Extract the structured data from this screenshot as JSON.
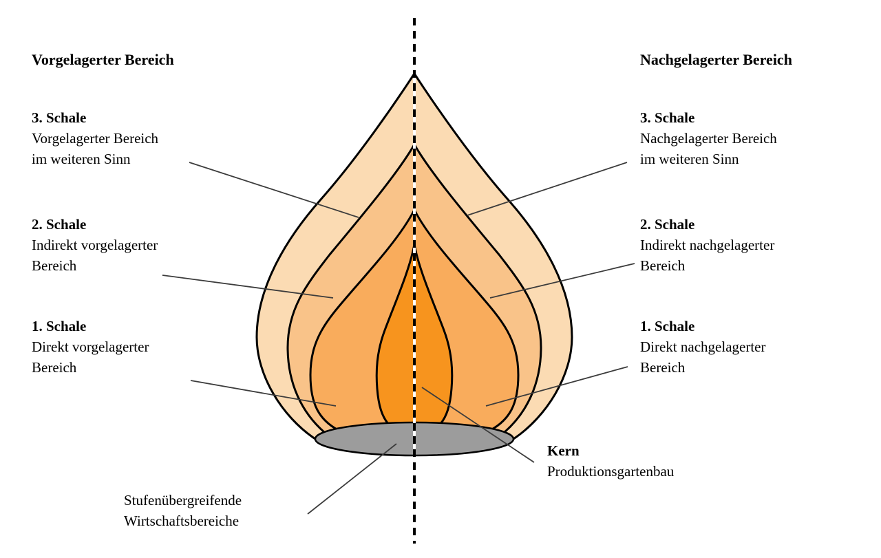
{
  "diagram": {
    "left": {
      "header": "Vorgelagerter Bereich",
      "labels": [
        {
          "title": "3. Schale",
          "line1": "Vorgelagerter Bereich",
          "line2": "im weiteren Sinn"
        },
        {
          "title": "2. Schale",
          "line1": "Indirekt vorgelagerter",
          "line2": "Bereich"
        },
        {
          "title": "1. Schale",
          "line1": "Direkt vorgelagerter",
          "line2": "Bereich"
        }
      ]
    },
    "right": {
      "header": "Nachgelagerter Bereich",
      "labels": [
        {
          "title": "3. Schale",
          "line1": "Nachgelagerter Bereich",
          "line2": "im weiteren Sinn"
        },
        {
          "title": "2. Schale",
          "line1": "Indirekt nachgelagerter",
          "line2": "Bereich"
        },
        {
          "title": "1. Schale",
          "line1": "Direkt nachgelagerter",
          "line2": "Bereich"
        }
      ]
    },
    "kern": {
      "title": "Kern",
      "subtitle": "Produktionsgartenbau"
    },
    "base": {
      "line1": "Stufenübergreifende",
      "line2": "Wirtschaftsbereiche"
    },
    "colors": {
      "shell3": "#FBDBB3",
      "shell2": "#F9C389",
      "shell1": "#F9AC5C",
      "kern": "#F7941E",
      "base_ellipse": "#9C9C9C",
      "outline": "#000000",
      "connector": "#3C3C3C"
    }
  }
}
